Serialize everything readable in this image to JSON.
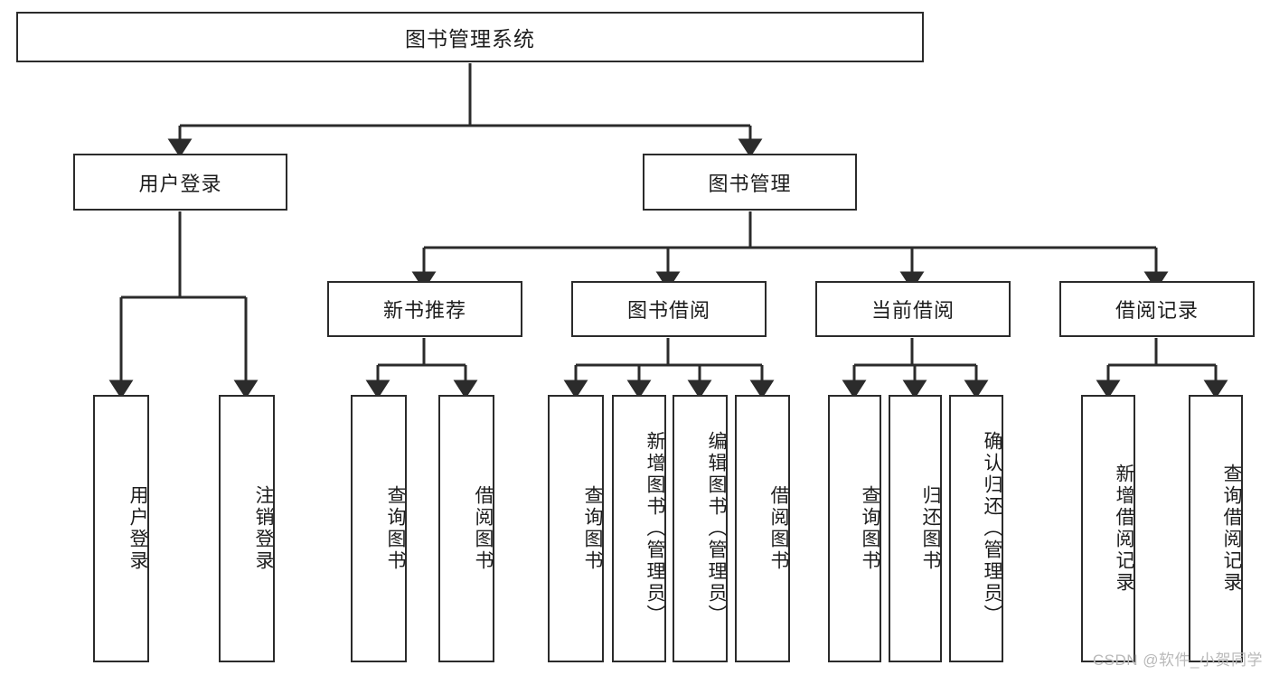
{
  "diagram": {
    "type": "tree",
    "title": "图书管理系统",
    "watermark": "CSDN @软件_小贺同学",
    "colors": {
      "box_border": "#2b2b2b",
      "box_fill": "#ffffff",
      "line": "#2b2b2b",
      "watermark": "#b9b9b9"
    },
    "root": {
      "label": "图书管理系统"
    },
    "level2": [
      {
        "label": "用户登录"
      },
      {
        "label": "图书管理"
      }
    ],
    "level3": [
      {
        "label": "新书推荐"
      },
      {
        "label": "图书借阅"
      },
      {
        "label": "当前借阅"
      },
      {
        "label": "借阅记录"
      }
    ],
    "leaves": {
      "user_login": [
        {
          "label": "用户登录"
        },
        {
          "label": "注销登录"
        }
      ],
      "new_book_recommend": [
        {
          "label": "查询图书"
        },
        {
          "label": "借阅图书"
        }
      ],
      "book_borrow": [
        {
          "label": "查询图书"
        },
        {
          "label": "新增图书（管理员）"
        },
        {
          "label": "编辑图书（管理员）"
        },
        {
          "label": "借阅图书"
        }
      ],
      "current_borrow": [
        {
          "label": "查询图书"
        },
        {
          "label": "归还图书"
        },
        {
          "label": "确认归还（管理员）"
        }
      ],
      "borrow_record": [
        {
          "label": "新增借阅记录"
        },
        {
          "label": "查询借阅记录"
        }
      ]
    }
  }
}
